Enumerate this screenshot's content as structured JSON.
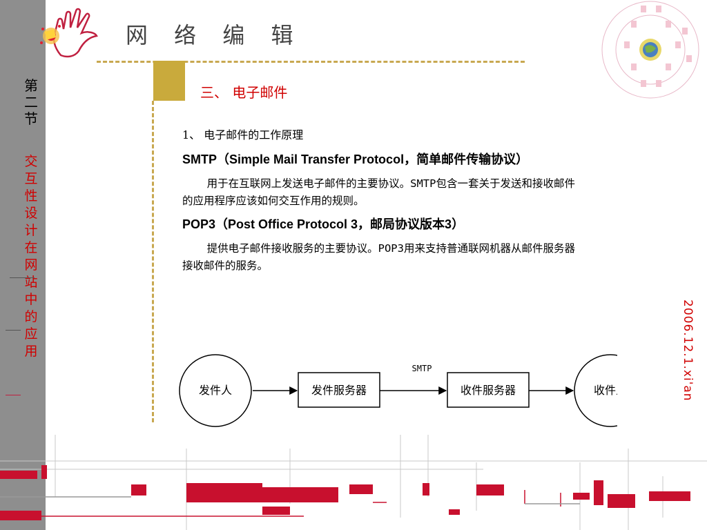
{
  "header": {
    "title": "网 络 编 辑"
  },
  "sidebar": {
    "section_label": "第二节",
    "topic": "交互性设计在网站中的应用"
  },
  "section": {
    "heading": "三、 电子邮件"
  },
  "content": {
    "item_title": "1、 电子邮件的工作原理",
    "smtp_heading": "SMTP（Simple Mail Transfer Protocol，简单邮件传输协议）",
    "smtp_desc": "用于在互联网上发送电子邮件的主要协议。SMTP包含一套关于发送和接收邮件的应用程序应该如何交互作用的规则。",
    "pop3_heading": "POP3（Post Office Protocol 3，邮局协议版本3）",
    "pop3_desc": "提供电子邮件接收服务的主要协议。POP3用来支持普通联网机器从邮件服务器接收邮件的服务。"
  },
  "diagram": {
    "sender": "发件人",
    "send_server": "发件服务器",
    "protocol_label": "SMTP",
    "recv_server": "收件服务器",
    "receiver": "收件人"
  },
  "footer": {
    "date": "2006.12.1.xi'an"
  },
  "colors": {
    "accent_red": "#d00000",
    "gold": "#c9aa3c",
    "sidebar_gray": "#8e8e8e",
    "deco_red": "#c8102e"
  }
}
